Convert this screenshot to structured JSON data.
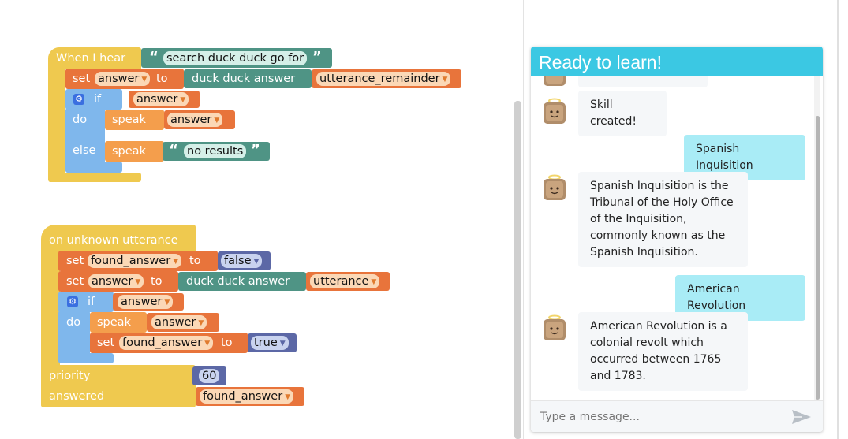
{
  "colors": {
    "event_yellow": "#efc94f",
    "logic_blue": "#7fb7ec",
    "variable_orange": "#e8743b",
    "speak_orange": "#f49e4c",
    "teal": "#4f9485",
    "boolean_blue": "#5c68a6",
    "chat_header": "#3bc8e3",
    "user_bubble": "#a9ecf6"
  },
  "block1": {
    "event_label": "When I hear",
    "phrase": "search duck duck go for",
    "set_label": "set",
    "var_answer": "answer",
    "to_label": "to",
    "ddg_answer": "duck duck answer",
    "utterance_remainder": "utterance_remainder",
    "if_label": "if",
    "if_var": "answer",
    "do_label": "do",
    "speak1_label": "speak",
    "speak1_var": "answer",
    "else_label": "else",
    "speak2_label": "speak",
    "no_results": "no results"
  },
  "block2": {
    "event_label": "on unknown utterance",
    "set1_label": "set",
    "set1_var": "found_answer",
    "set1_to": "to",
    "set1_val": "false",
    "set2_label": "set",
    "set2_var": "answer",
    "set2_to": "to",
    "ddg_answer": "duck duck answer",
    "utterance": "utterance",
    "if_label": "if",
    "if_var": "answer",
    "do_label": "do",
    "speak_label": "speak",
    "speak_var": "answer",
    "set3_label": "set",
    "set3_var": "found_answer",
    "set3_to": "to",
    "set3_val": "true",
    "priority_label": "priority",
    "priority_val": "60",
    "answered_label": "answered",
    "answered_var": "found_answer"
  },
  "chat": {
    "title": "Ready to learn!",
    "messages": [
      {
        "from": "bot",
        "text": "Skill created!"
      },
      {
        "from": "user",
        "text": "Spanish Inquisition"
      },
      {
        "from": "bot",
        "text": "Spanish Inquisition is the Tribunal of the Holy Office of the Inquisition, commonly known as the Spanish Inquisition."
      },
      {
        "from": "user",
        "text": "American Revolution"
      },
      {
        "from": "bot",
        "text": "American Revolution is a colonial revolt which occurred between 1765 and 1783."
      }
    ],
    "input_placeholder": "Type a message...",
    "send_icon": "send-icon",
    "avatar_icon": "bot-avatar-icon"
  }
}
